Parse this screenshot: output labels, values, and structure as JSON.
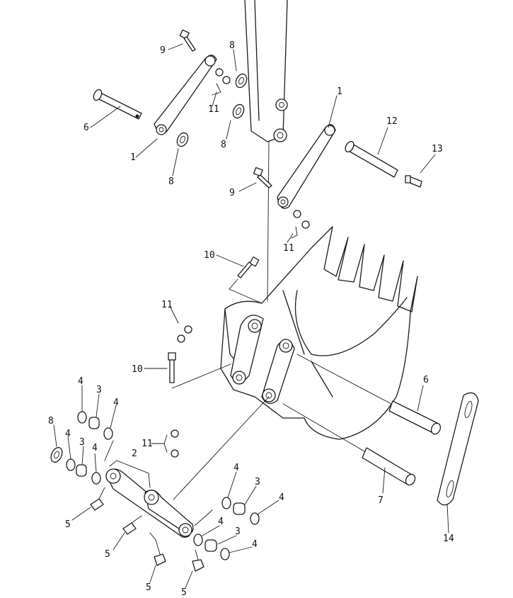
{
  "callouts": [
    {
      "id": "c1a",
      "text": "1"
    },
    {
      "id": "c1b",
      "text": "1"
    },
    {
      "id": "c2",
      "text": "2"
    },
    {
      "id": "c3a",
      "text": "3"
    },
    {
      "id": "c3b",
      "text": "3"
    },
    {
      "id": "c3c",
      "text": "3"
    },
    {
      "id": "c3d",
      "text": "3"
    },
    {
      "id": "c4a",
      "text": "4"
    },
    {
      "id": "c4b",
      "text": "4"
    },
    {
      "id": "c4c",
      "text": "4"
    },
    {
      "id": "c4d",
      "text": "4"
    },
    {
      "id": "c4e",
      "text": "4"
    },
    {
      "id": "c4f",
      "text": "4"
    },
    {
      "id": "c4g",
      "text": "4"
    },
    {
      "id": "c4h",
      "text": "4"
    },
    {
      "id": "c5a",
      "text": "5"
    },
    {
      "id": "c5b",
      "text": "5"
    },
    {
      "id": "c5c",
      "text": "5"
    },
    {
      "id": "c5d",
      "text": "5"
    },
    {
      "id": "c6a",
      "text": "6"
    },
    {
      "id": "c6b",
      "text": "6"
    },
    {
      "id": "c7",
      "text": "7"
    },
    {
      "id": "c8a",
      "text": "8"
    },
    {
      "id": "c8b",
      "text": "8"
    },
    {
      "id": "c8c",
      "text": "8"
    },
    {
      "id": "c8d",
      "text": "8"
    },
    {
      "id": "c9a",
      "text": "9"
    },
    {
      "id": "c9b",
      "text": "9"
    },
    {
      "id": "c10a",
      "text": "10"
    },
    {
      "id": "c10b",
      "text": "10"
    },
    {
      "id": "c11a",
      "text": "11"
    },
    {
      "id": "c11b",
      "text": "11"
    },
    {
      "id": "c11c",
      "text": "11"
    },
    {
      "id": "c11d",
      "text": "11"
    },
    {
      "id": "c12",
      "text": "12"
    },
    {
      "id": "c13",
      "text": "13"
    },
    {
      "id": "c14",
      "text": "14"
    }
  ]
}
